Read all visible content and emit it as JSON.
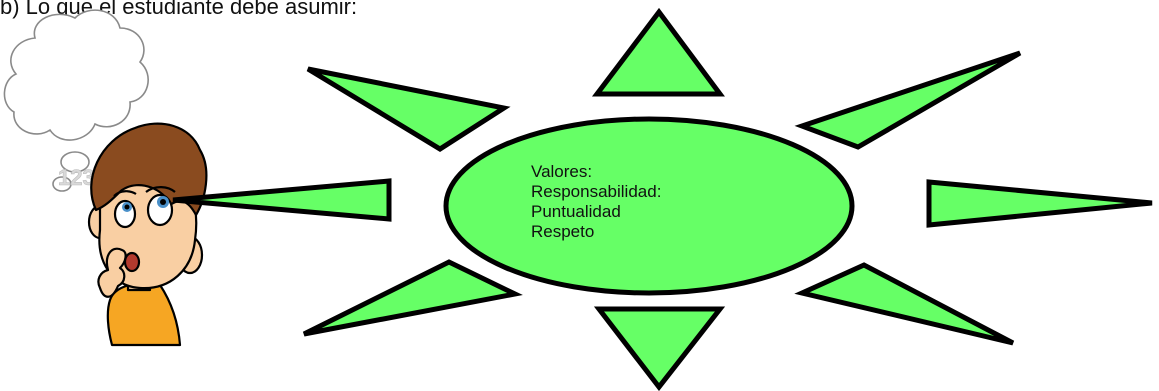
{
  "heading": "b) Lo que el estudiante debe asumir:",
  "center": {
    "lines": [
      "Valores:",
      "Responsabilidad:",
      "Puntualidad",
      "Respeto"
    ]
  },
  "watermark": "123RF",
  "colors": {
    "fill": "#66FF66",
    "stroke": "#000000",
    "boy_hair": "#8A4B1F",
    "boy_skin": "#F9CFA3",
    "boy_shirt": "#F6A623"
  },
  "icons": [
    "thinking-boy-illustration",
    "thought-bubble"
  ]
}
